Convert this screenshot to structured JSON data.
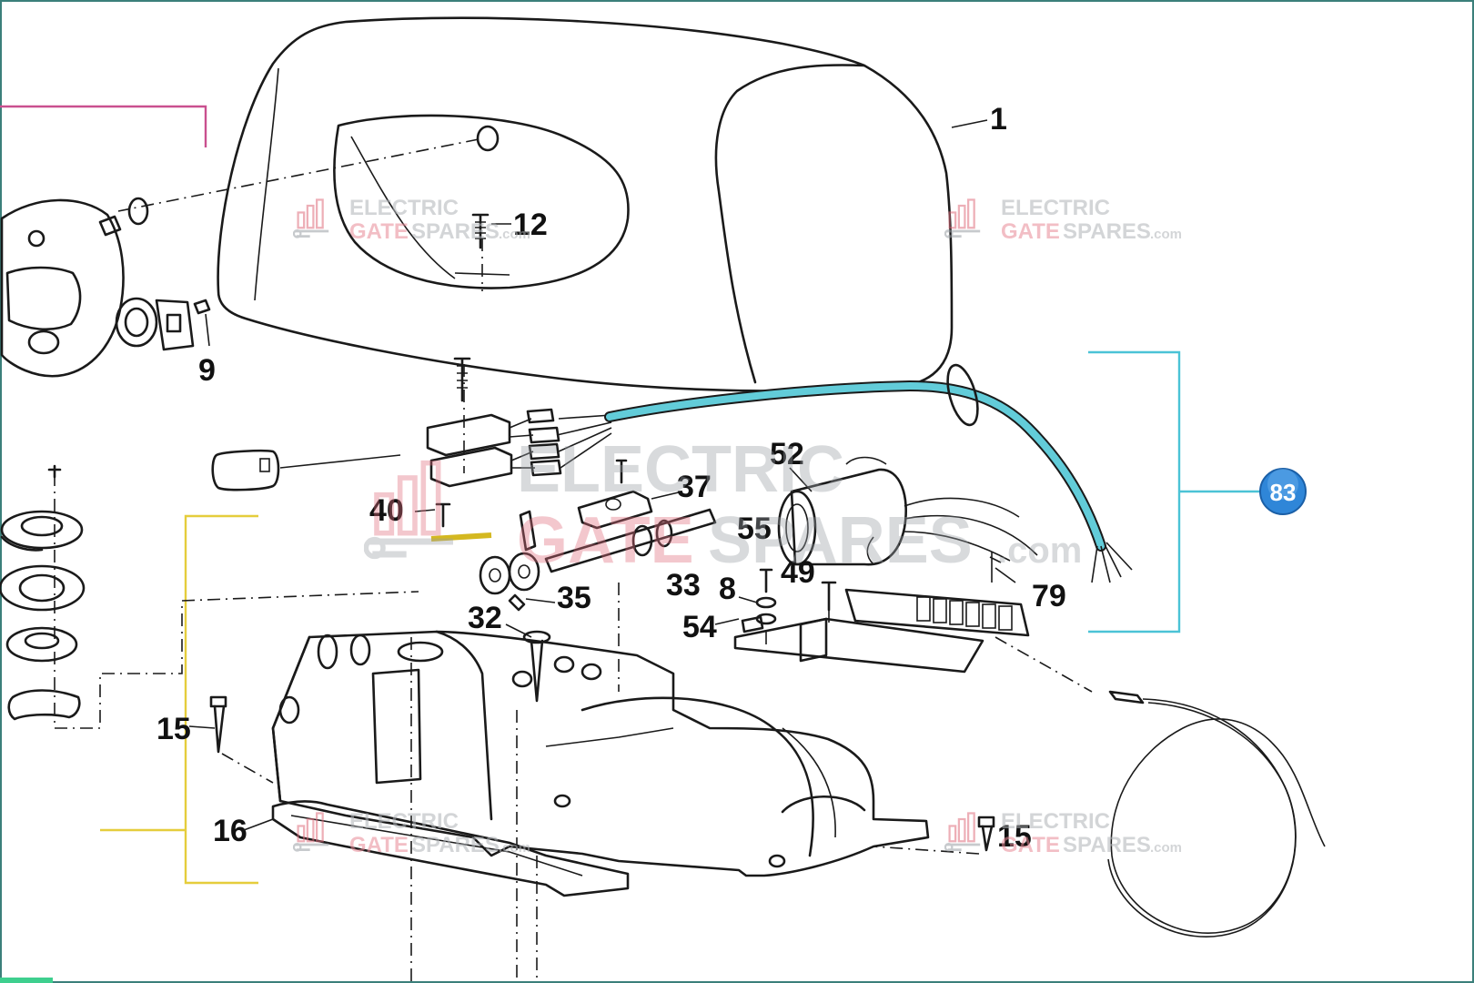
{
  "diagram": {
    "callouts": [
      {
        "id": "p1",
        "text": "1"
      },
      {
        "id": "p12",
        "text": "12"
      },
      {
        "id": "p9",
        "text": "9"
      },
      {
        "id": "p52",
        "text": "52"
      },
      {
        "id": "p37",
        "text": "37"
      },
      {
        "id": "p40",
        "text": "40"
      },
      {
        "id": "p55",
        "text": "55"
      },
      {
        "id": "p49",
        "text": "49"
      },
      {
        "id": "p33",
        "text": "33"
      },
      {
        "id": "p8",
        "text": "8"
      },
      {
        "id": "p79",
        "text": "79"
      },
      {
        "id": "p35",
        "text": "35"
      },
      {
        "id": "p32",
        "text": "32"
      },
      {
        "id": "p54",
        "text": "54"
      },
      {
        "id": "p15a",
        "text": "15"
      },
      {
        "id": "p16",
        "text": "16"
      },
      {
        "id": "p15b",
        "text": "15"
      }
    ],
    "badge": {
      "text": "83",
      "color": "#2f86d8"
    },
    "colors": {
      "cover_group": "#d96aa7",
      "cable_group": "#62ccd9",
      "base_group": "#f7de3a",
      "bracket_pink": "#c9508f",
      "bracket_cyan": "#4bc3d6",
      "bracket_yellow": "#e5cd3c"
    },
    "watermarks": [
      {
        "line1": "ELECTRIC",
        "line2_a": "GATE",
        "line2_b": "SPARES",
        "suffix": ".com"
      },
      {
        "line1": "ELECTRIC",
        "line2_a": "GATE",
        "line2_b": "SPARES",
        "suffix": ".com"
      },
      {
        "line1": "ELECTRIC",
        "line2_a": "GATE",
        "line2_b": "SPARES",
        "suffix": ".com"
      },
      {
        "line1": "ELECTRIC",
        "line2_a": "GATE",
        "line2_b": "SPARES",
        "suffix": ".com"
      },
      {
        "line1": "ELECTRIC",
        "line2_a": "GATE",
        "line2_b": "SPARES",
        "suffix": ".com"
      }
    ],
    "icons": [
      "gate-spares-logo-icon"
    ]
  }
}
